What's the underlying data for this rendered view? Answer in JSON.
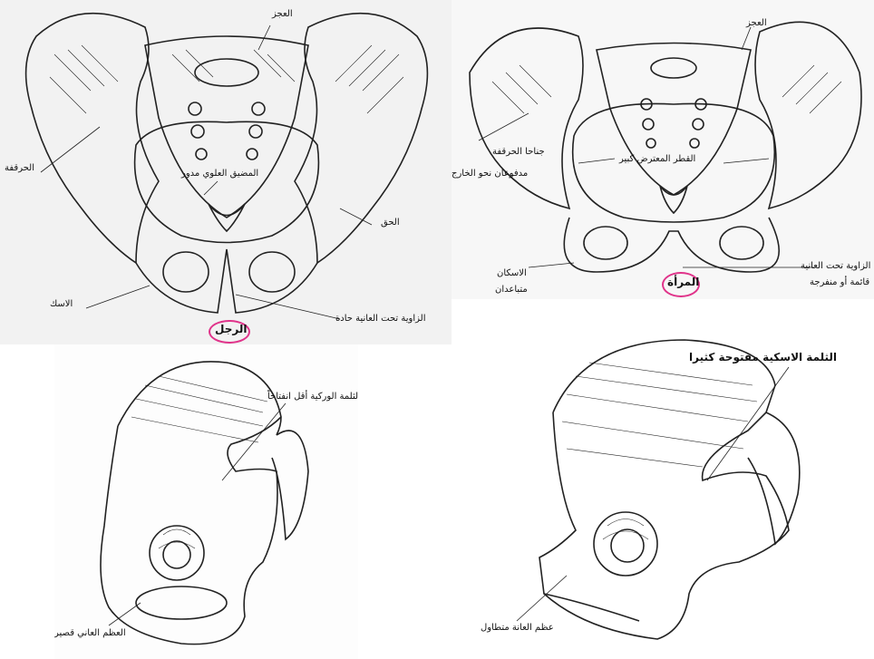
{
  "male_pelvis": {
    "sacrum": "العجز",
    "ilium": "الحرقفة",
    "inlet_round": "المضيق العلوي مدور",
    "acetabulum": "الحق",
    "ischium": "الاسك",
    "subpubic_angle": "الزاوية تحت العانية حادة",
    "caption": "الرجل"
  },
  "female_pelvis": {
    "sacrum": "العجز",
    "iliac_wings": "جناحا الحرقفة",
    "iliac_wings_2": "مدفوعان نحو الخارج",
    "transverse_diameter": "القطر المعترض كبير",
    "ischia": "الاسكان",
    "ischia_2": "متباعدان",
    "subpubic_angle": "الزاوية تحت العانية",
    "subpubic_angle_2": "قائمة أو منفرجة",
    "caption": "المرأة"
  },
  "male_hip": {
    "sciatic_notch": "الثلمة الوركية أقل انفتاحاً",
    "pubic_bone": "العظم العاني قصير"
  },
  "female_hip": {
    "sciatic_notch": "الثلمة الاسكية مفتوحة كثيرا",
    "pubic_bone": "عظم العانة متطاول"
  },
  "accent_color": "#e0338a"
}
